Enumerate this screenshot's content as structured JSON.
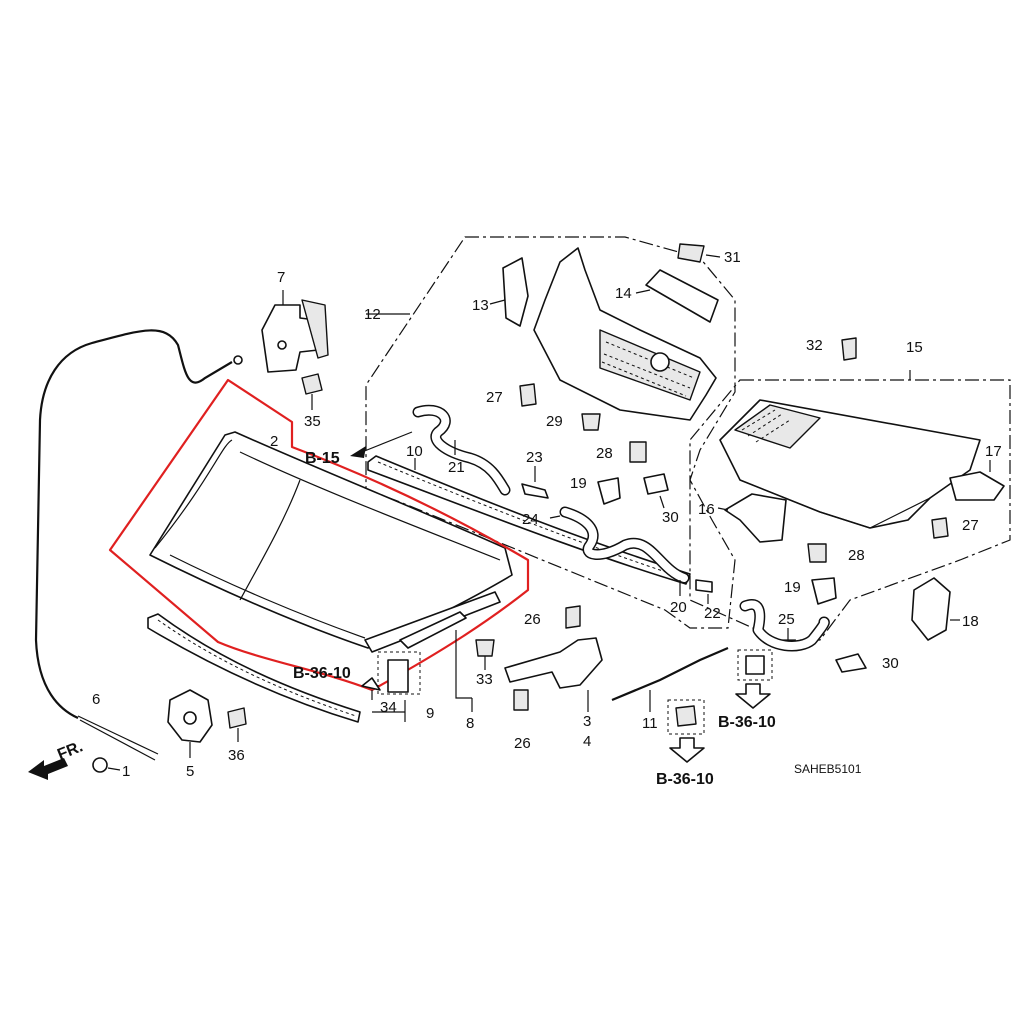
{
  "diagram": {
    "part_numbers": [
      "1",
      "2",
      "3",
      "4",
      "5",
      "6",
      "7",
      "8",
      "9",
      "10",
      "11",
      "12",
      "13",
      "14",
      "15",
      "16",
      "17",
      "18",
      "19",
      "20",
      "21",
      "22",
      "23",
      "24",
      "25",
      "26",
      "27",
      "28",
      "29",
      "30",
      "31",
      "32",
      "33",
      "34",
      "35",
      "36"
    ],
    "labels": {
      "p1": "1",
      "p2": "2",
      "p3": "3",
      "p4": "4",
      "p5": "5",
      "p6": "6",
      "p7": "7",
      "p8": "8",
      "p9": "9",
      "p10": "10",
      "p11": "11",
      "p12": "12",
      "p13": "13",
      "p14": "14",
      "p15": "15",
      "p16": "16",
      "p17": "17",
      "p18": "18",
      "p19a": "19",
      "p19b": "19",
      "p20": "20",
      "p21": "21",
      "p22": "22",
      "p23": "23",
      "p24": "24",
      "p25": "25",
      "p26a": "26",
      "p26b": "26",
      "p27a": "27",
      "p27b": "27",
      "p28a": "28",
      "p28b": "28",
      "p29": "29",
      "p30a": "30",
      "p30b": "30",
      "p31": "31",
      "p32": "32",
      "p33": "33",
      "p34": "34",
      "p35": "35",
      "p36": "36"
    },
    "references": {
      "b15": "B-15",
      "b3610_left": "B-36-10",
      "b3610_right": "B-36-10",
      "b3610_bottom": "B-36-10"
    },
    "front_label": "FR.",
    "diagram_code": "SAHEB5101",
    "highlight_color": "#e02020",
    "line_color": "#111111"
  }
}
